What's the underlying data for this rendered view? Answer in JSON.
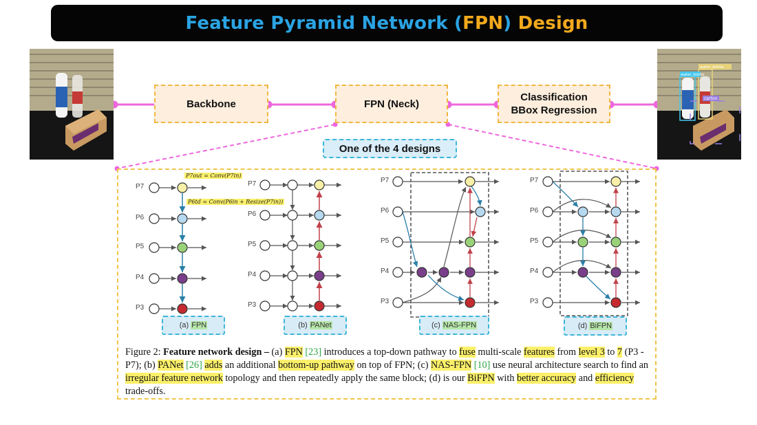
{
  "title": {
    "part1": "Feature Pyramid Network (",
    "part2": "FPN",
    "part3": ")",
    "part4": " Design"
  },
  "pipeline": {
    "backbone": "Backbone",
    "neck": "FPN (Neck)",
    "head_line1": "Classification",
    "head_line2": "BBox Regression"
  },
  "designs_label": "One of the 4 designs",
  "detections": [
    "water_bottle",
    "water_bottle",
    "carton"
  ],
  "level_labels": [
    "P7",
    "P6",
    "P5",
    "P4",
    "P3"
  ],
  "formulas": {
    "p7": "P7out = Conv(P7in)",
    "p6": "P6td = Conv(P6in + Resize(P7in))"
  },
  "subfigures": [
    {
      "letter": "(a)",
      "name": "FPN"
    },
    {
      "letter": "(b)",
      "name": "PANet"
    },
    {
      "letter": "(c)",
      "name": "NAS-FPN"
    },
    {
      "letter": "(d)",
      "name": "BiFPN"
    }
  ],
  "caption": {
    "figure": "Figure 2:",
    "bold": "Feature network design –",
    "s1": "(a)",
    "fpn": "FPN",
    "ref23": "[23]",
    "s2": "introduces a top-down pathway to",
    "fuse": "fuse",
    "s3": "multi-scale",
    "features": "features",
    "s4": "from",
    "level3": "level 3",
    "s5": "to",
    "seven": "7",
    "range": "(P3 - P7); (b)",
    "panet": "PANet",
    "ref26": "[26]",
    "adds": "adds",
    "s6": "an additional",
    "bottomup": "bottom-up pathway",
    "s7": "on top of FPN; (c)",
    "nasfpn": "NAS-FPN",
    "ref10": "[10]",
    "s8": "use neural architecture search to find an",
    "irregular": "irregular feature network",
    "s9": "topology and then repeatedly apply the same block; (d) is our",
    "bifpn": "BiFPN",
    "s10": "with",
    "better": "better accuracy",
    "s11": "and",
    "efficiency": "efficiency",
    "s12": "trade-offs."
  },
  "colors": {
    "connector": "#ee66dd",
    "p7": "#f8f0a8",
    "p6": "#b6d9f0",
    "p5": "#9ad27a",
    "p4": "#7a3f8a",
    "p3": "#c42a30",
    "blue_arrow": "#2a7fa8",
    "red_arrow": "#c0404a"
  }
}
